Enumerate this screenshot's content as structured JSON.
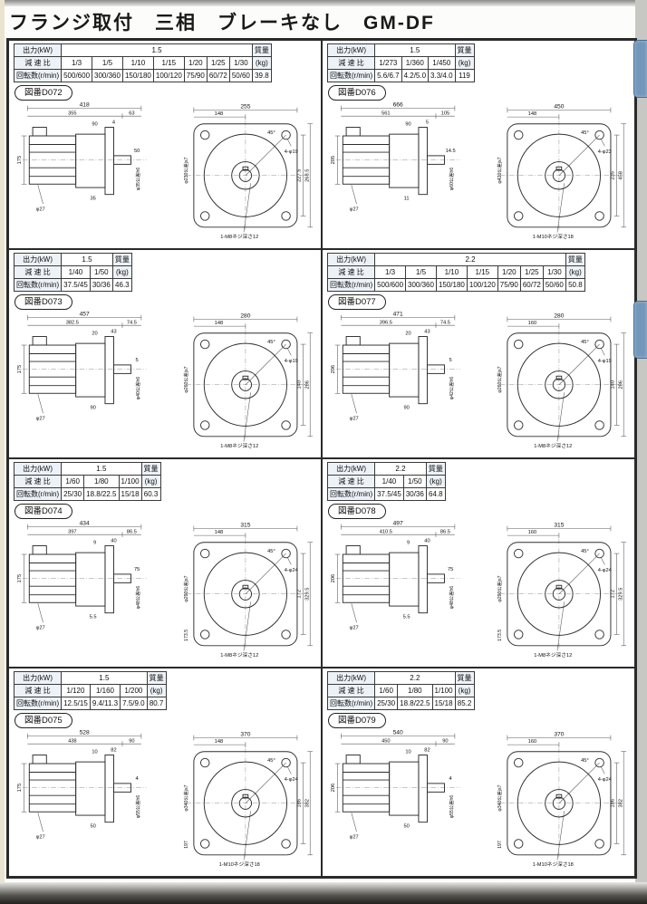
{
  "page": {
    "title": "フランジ取付　三相　ブレーキなし　GM-DF"
  },
  "labels": {
    "output": "出力(kW)",
    "ratio": "減 速 比",
    "speed": "回転数(r/min)",
    "mass": "質量",
    "kg": "(kg)"
  },
  "panels": [
    {
      "fig": "図番D072",
      "table": {
        "output": "1.5",
        "cols": 7,
        "ratios": [
          "1/3",
          "1/5",
          "1/10",
          "1/15",
          "1/20",
          "1/25",
          "1/30"
        ],
        "speeds": [
          "500/600",
          "300/360",
          "150/180",
          "100/120",
          "75/90",
          "60/72",
          "50/60"
        ],
        "mass": "39.8"
      },
      "dims": {
        "w_total": "418",
        "w_body": "355",
        "w_offset": "63",
        "w_flange": "255",
        "w_half": "148",
        "angle": "45°",
        "holes": "4-φ19",
        "h_left": "175",
        "d_shaft": "φ27",
        "d_hub": "φ35公差h6",
        "d_spigot": "φ230公差js7",
        "h_r1": "227.5",
        "h_r2": "268.5",
        "note": "1-M8ネジ深さ12",
        "s1": "90",
        "s2": "4",
        "s3": "50",
        "s4": "35"
      }
    },
    {
      "fig": "図番D076",
      "table": {
        "output": "1.5",
        "cols": 3,
        "ratios": [
          "1/273",
          "1/360",
          "1/450"
        ],
        "speeds": [
          "5.6/6.7",
          "4.2/5.0",
          "3.3/4.0"
        ],
        "mass": "119"
      },
      "dims": {
        "w_total": "666",
        "w_body": "561",
        "w_offset": "105",
        "w_flange": "450",
        "w_half": "148",
        "angle": "45°",
        "holes": "4-φ23",
        "h_left": "205",
        "d_shaft": "φ27",
        "d_hub": "φ60公差h6",
        "d_spigot": "φ420公差js7",
        "h_r1": "235",
        "h_r2": "458",
        "note": "1-M10ネジ深さ18",
        "s1": "90",
        "s2": "5",
        "s3": "14.5",
        "s4": "11"
      }
    },
    {
      "fig": "図番D073",
      "table": {
        "output": "1.5",
        "cols": 2,
        "ratios": [
          "1/40",
          "1/50"
        ],
        "speeds": [
          "37.5/45",
          "30/36"
        ],
        "mass": "46.3"
      },
      "dims": {
        "w_total": "457",
        "w_body": "382.5",
        "w_offset": "74.5",
        "w_flange": "280",
        "w_half": "148",
        "angle": "45°",
        "holes": "4-φ19",
        "h_left": "175",
        "d_shaft": "φ27",
        "d_hub": "φ40公差h6",
        "d_spigot": "φ260公差js7",
        "h_r1": "140",
        "h_r2": "286",
        "note": "1-M8ネジ深さ12",
        "s1": "20",
        "s2": "43",
        "s3": "5",
        "s4": "90"
      }
    },
    {
      "fig": "図番D077",
      "table": {
        "output": "2.2",
        "cols": 7,
        "ratios": [
          "1/3",
          "1/5",
          "1/10",
          "1/15",
          "1/20",
          "1/25",
          "1/30"
        ],
        "speeds": [
          "500/600",
          "300/360",
          "150/180",
          "100/120",
          "75/90",
          "60/72",
          "50/60"
        ],
        "mass": "50.8"
      },
      "dims": {
        "w_total": "471",
        "w_body": "396.5",
        "w_offset": "74.5",
        "w_flange": "280",
        "w_half": "160",
        "angle": "45°",
        "holes": "4-φ19",
        "h_left": "206",
        "d_shaft": "φ27",
        "d_hub": "φ42公差h6",
        "d_spigot": "φ260公差js7",
        "h_r1": "140",
        "h_r2": "286",
        "note": "1-M8ネジ深さ12",
        "s1": "20",
        "s2": "43",
        "s3": "5",
        "s4": "90"
      }
    },
    {
      "fig": "図番D074",
      "table": {
        "output": "1.5",
        "cols": 3,
        "ratios": [
          "1/60",
          "1/80",
          "1/100"
        ],
        "speeds": [
          "25/30",
          "18.8/22.5",
          "15/18"
        ],
        "mass": "60.3"
      },
      "dims": {
        "w_total": "434",
        "w_body": "397",
        "w_offset": "86.5",
        "w_flange": "315",
        "w_half": "148",
        "angle": "45°",
        "holes": "4-φ24",
        "h_left": "175",
        "d_shaft": "φ27",
        "d_hub": "φ48公差h6",
        "d_spigot": "φ290公差js7",
        "h_r1": "172",
        "h_r2": "329.5",
        "h_r3": "173.5",
        "note": "1-M8ネジ深さ12",
        "s1": "9",
        "s2": "40",
        "s3": "75",
        "s4": "5.5"
      }
    },
    {
      "fig": "図番D078",
      "table": {
        "output": "2.2",
        "cols": 2,
        "ratios": [
          "1/40",
          "1/50"
        ],
        "speeds": [
          "37.5/45",
          "30/36"
        ],
        "mass": "64.8"
      },
      "dims": {
        "w_total": "497",
        "w_body": "410.5",
        "w_offset": "86.5",
        "w_flange": "315",
        "w_half": "160",
        "angle": "45°",
        "holes": "4-φ24",
        "h_left": "206",
        "d_shaft": "φ27",
        "d_hub": "φ48公差h6",
        "d_spigot": "φ290公差js7",
        "h_r1": "172",
        "h_r2": "329.5",
        "h_r3": "173.5",
        "note": "1-M8ネジ深さ12",
        "s1": "9",
        "s2": "40",
        "s3": "75",
        "s4": "5.5"
      }
    },
    {
      "fig": "図番D075",
      "table": {
        "output": "1.5",
        "cols": 3,
        "ratios": [
          "1/120",
          "1/160",
          "1/200"
        ],
        "speeds": [
          "12.5/15",
          "9.4/11.3",
          "7.5/9.0"
        ],
        "mass": "80.7"
      },
      "dims": {
        "w_total": "528",
        "w_body": "438",
        "w_offset": "90",
        "w_flange": "370",
        "w_half": "148",
        "angle": "45°",
        "holes": "4-φ24",
        "h_left": "175",
        "d_shaft": "φ27",
        "d_hub": "φ55公差h6",
        "d_spigot": "φ340公差js7",
        "h_r1": "186",
        "h_r2": "382",
        "h_r3": "197",
        "note": "1-M10ネジ深さ18",
        "s1": "10",
        "s2": "82",
        "s3": "4",
        "s4": "50"
      }
    },
    {
      "fig": "図番D079",
      "table": {
        "output": "2.2",
        "cols": 3,
        "ratios": [
          "1/60",
          "1/80",
          "1/100"
        ],
        "speeds": [
          "25/30",
          "18.8/22.5",
          "15/18"
        ],
        "mass": "85.2"
      },
      "dims": {
        "w_total": "540",
        "w_body": "450",
        "w_offset": "90",
        "w_flange": "370",
        "w_half": "160",
        "angle": "45°",
        "holes": "4-φ24",
        "h_left": "206",
        "d_shaft": "φ27",
        "d_hub": "φ55公差h6",
        "d_spigot": "φ340公差js7",
        "h_r1": "186",
        "h_r2": "382",
        "h_r3": "197",
        "note": "1-M10ネジ深さ18",
        "s1": "10",
        "s2": "82",
        "s3": "4",
        "s4": "50"
      }
    }
  ]
}
